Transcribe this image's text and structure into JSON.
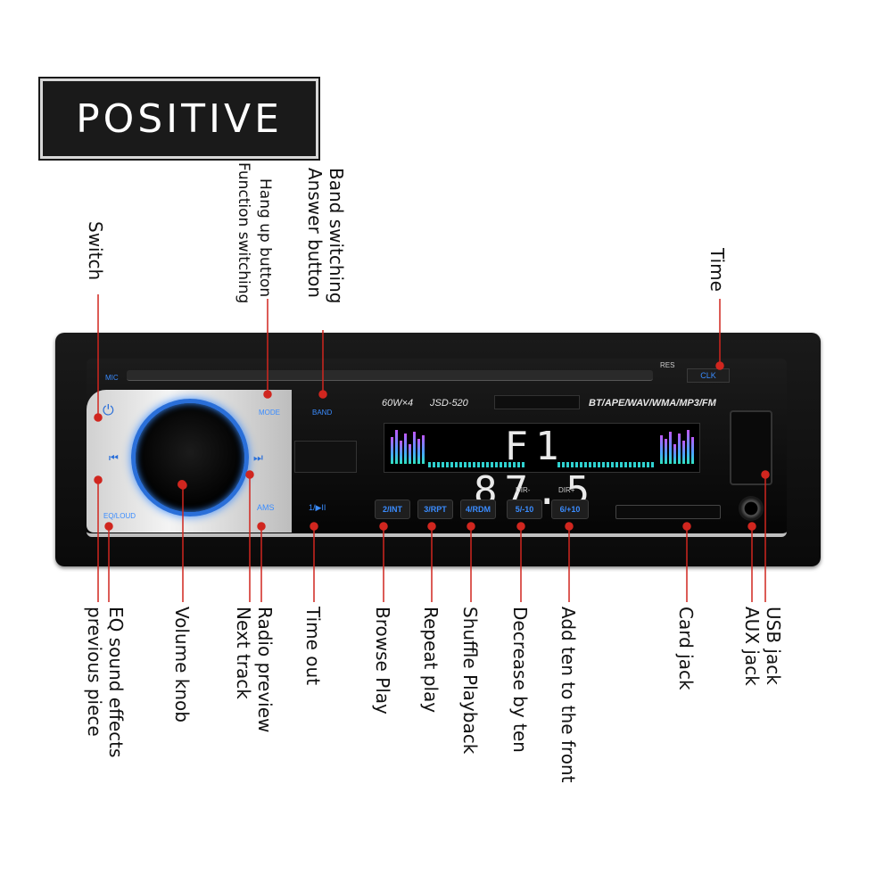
{
  "badge": {
    "text": "POSITIVE"
  },
  "colors": {
    "accent": "#2a6fd9",
    "leader": "#d0261f",
    "display_text": "#eaeaea"
  },
  "top_labels": {
    "switch": "Switch",
    "hang_up_1": "Hang up button",
    "hang_up_2": "Function switching",
    "band_1": "Band switching",
    "band_2": "Answer button",
    "time": "Time"
  },
  "bottom_labels": {
    "eq_1": "EQ sound effects",
    "eq_2": "previous piece",
    "volume": "Volume knob",
    "radio_1": "Radio preview",
    "radio_2": "Next track",
    "time_out": "Time out",
    "browse": "Browse Play",
    "repeat": "Repeat play",
    "shuffle": "Shuffle Playback",
    "decrease": "Decrease by ten",
    "add": "Add ten to the front",
    "card": "Card jack",
    "usb": "USB jack",
    "aux": "AUX jack"
  },
  "device": {
    "mic": "MIC",
    "res": "RES",
    "clk": "CLK",
    "mode": "MODE",
    "band": "BAND",
    "power": "⏻",
    "power_icon": "power-icon",
    "power_btn_icon": "power-icon",
    "prev": "⏮",
    "next": "⏭",
    "eq_loud": "EQ/LOUD",
    "ams": "AMS",
    "play": "1/▶II",
    "model_power": "60W×4",
    "model": "JSD-520",
    "formats": "BT/APE/WAV/WMA/MP3/FM",
    "display": "F1 87.5",
    "dir_minus": "DIR-",
    "dir_plus": "DIR+",
    "buttons": [
      "2/INT",
      "3/RPT",
      "4/RDM",
      "5/-10",
      "6/+10"
    ]
  }
}
